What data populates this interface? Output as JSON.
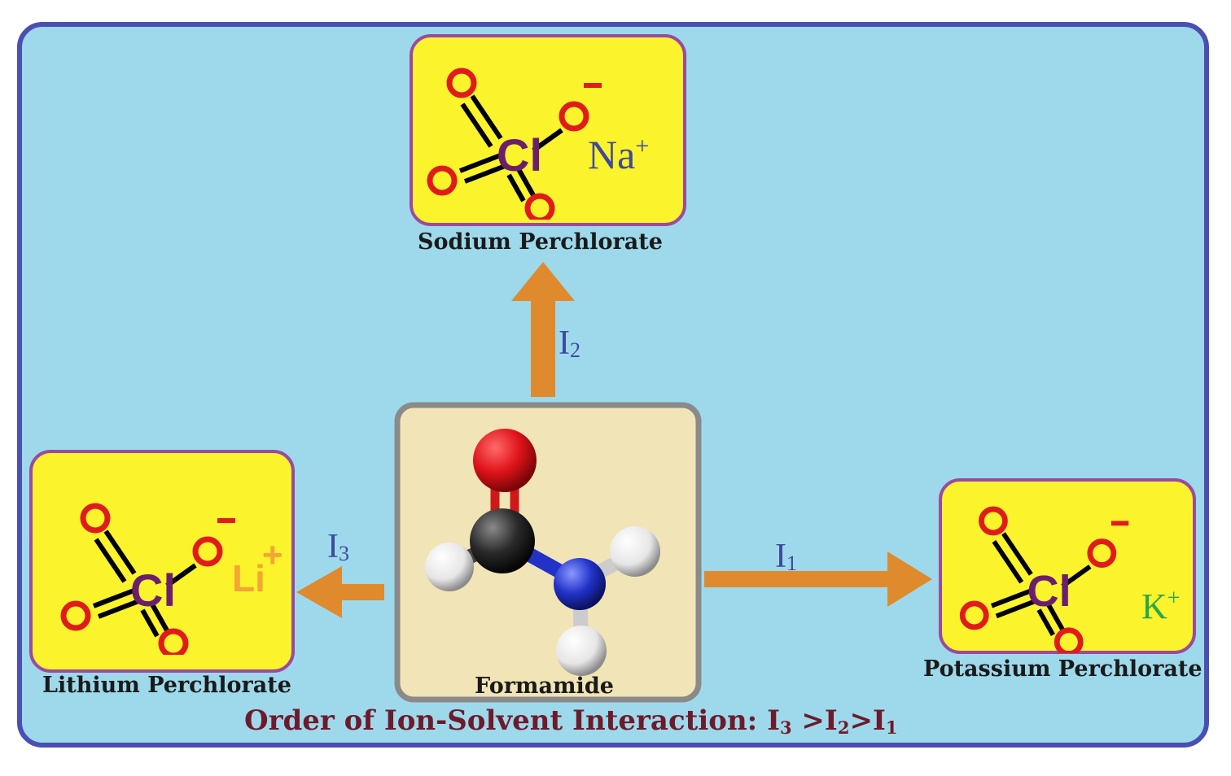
{
  "boxes": {
    "sodium": {
      "label": "Sodium Perchlorate",
      "cation": "Na",
      "cation_charge": "+",
      "cation_color": "#3d4a9e"
    },
    "lithium": {
      "label": "Lithium Perchlorate",
      "cation": "Li",
      "cation_charge": "+",
      "cation_color": "#f4a534"
    },
    "potassium": {
      "label": "Potassium Perchlorate",
      "cation": "K",
      "cation_charge": "+",
      "cation_color": "#2aa84a"
    }
  },
  "anion": {
    "center": "Cl",
    "oxygen": "O",
    "charge": "-"
  },
  "solvent": {
    "label": "Formamide"
  },
  "interactions": {
    "i1": {
      "symbol": "I",
      "sub": "1"
    },
    "i2": {
      "symbol": "I",
      "sub": "2"
    },
    "i3": {
      "symbol": "I",
      "sub": "3"
    }
  },
  "order": {
    "prefix": "Order of Ion-Solvent Interaction: ",
    "s1": "3",
    "sep1": " >I",
    "s2": "2",
    "sep2": ">I",
    "s3": "1",
    "lead": "I"
  },
  "colors": {
    "background": "#9dd9eb",
    "frame": "#4a4fb3",
    "salt_box": "#fbf32c",
    "salt_border": "#9b4aa0",
    "solvent_box": "#f1e4b6",
    "solvent_border": "#8a8a8a",
    "arrow": "#e08a2e",
    "chlorine": "#6b1e6e",
    "oxygen": "#e01b1b"
  }
}
